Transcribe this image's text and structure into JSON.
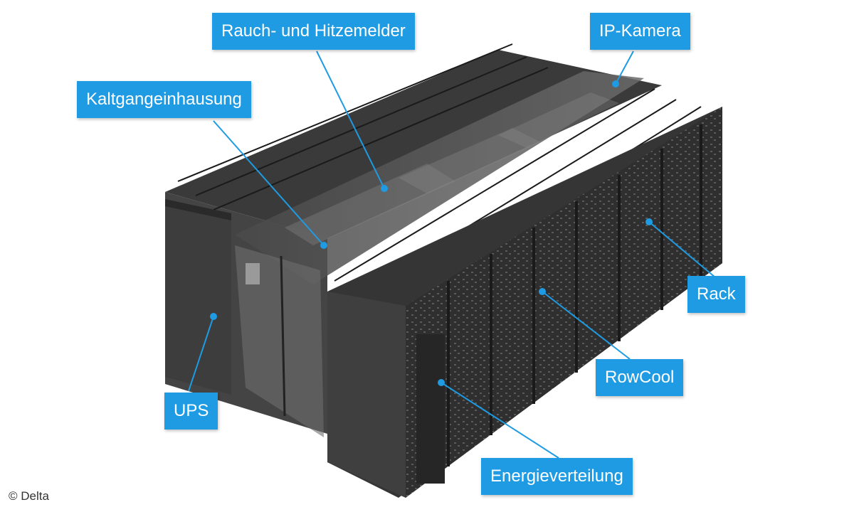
{
  "callouts": {
    "smoke_heat_detector": "Rauch- und Hitzemelder",
    "ip_camera": "IP-Kamera",
    "cold_aisle_containment": "Kaltgangeinhausung",
    "rack": "Rack",
    "rowcool": "RowCool",
    "ups": "UPS",
    "power_distribution": "Energieverteilung"
  },
  "copyright": "© Delta",
  "colors": {
    "callout_background": "#1e9be3",
    "callout_text": "#ffffff",
    "rack_body": "#3c3c3c"
  }
}
